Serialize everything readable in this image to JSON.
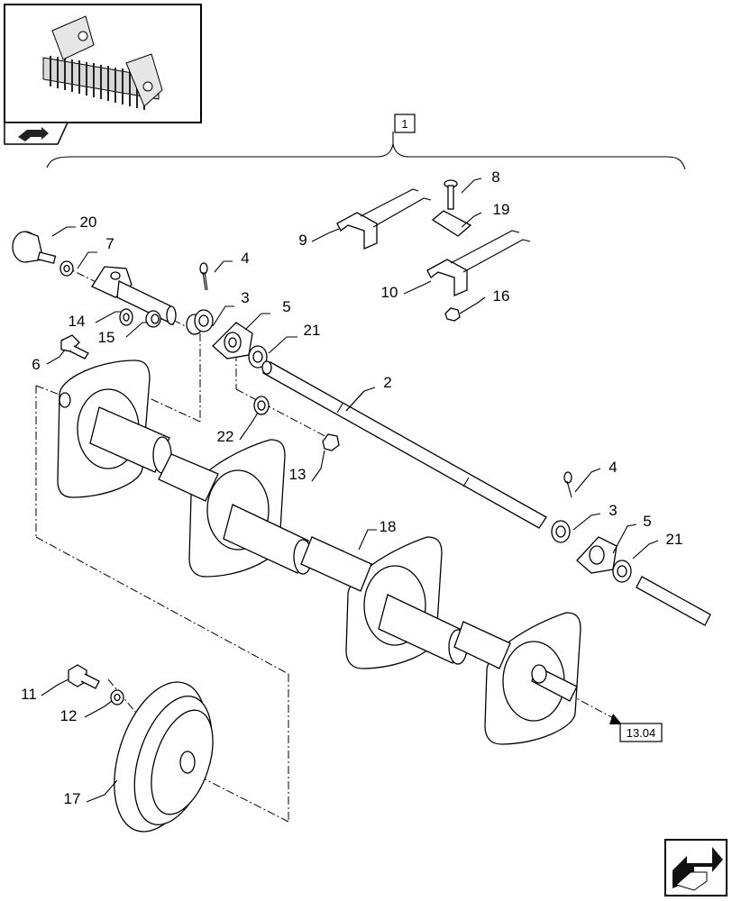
{
  "assembly_label": "1",
  "reference_box": "13.04",
  "callouts": [
    {
      "id": "c20",
      "text": "20"
    },
    {
      "id": "c7",
      "text": "7"
    },
    {
      "id": "c4a",
      "text": "4"
    },
    {
      "id": "c3a",
      "text": "3"
    },
    {
      "id": "c5a",
      "text": "5"
    },
    {
      "id": "c14",
      "text": "14"
    },
    {
      "id": "c15",
      "text": "15"
    },
    {
      "id": "c21a",
      "text": "21"
    },
    {
      "id": "c6",
      "text": "6"
    },
    {
      "id": "c9",
      "text": "9"
    },
    {
      "id": "c8",
      "text": "8"
    },
    {
      "id": "c19",
      "text": "19"
    },
    {
      "id": "c10",
      "text": "10"
    },
    {
      "id": "c16",
      "text": "16"
    },
    {
      "id": "c2",
      "text": "2"
    },
    {
      "id": "c22",
      "text": "22"
    },
    {
      "id": "c13",
      "text": "13"
    },
    {
      "id": "c18",
      "text": "18"
    },
    {
      "id": "c4b",
      "text": "4"
    },
    {
      "id": "c3b",
      "text": "3"
    },
    {
      "id": "c5b",
      "text": "5"
    },
    {
      "id": "c21b",
      "text": "21"
    },
    {
      "id": "c11",
      "text": "11"
    },
    {
      "id": "c12",
      "text": "12"
    },
    {
      "id": "c17",
      "text": "17"
    }
  ],
  "icons": {
    "thumbnail": "machine-overview-thumbnail",
    "nav_small": "navigation-arrow-icon",
    "nav_large": "navigation-arrow-large-icon"
  }
}
